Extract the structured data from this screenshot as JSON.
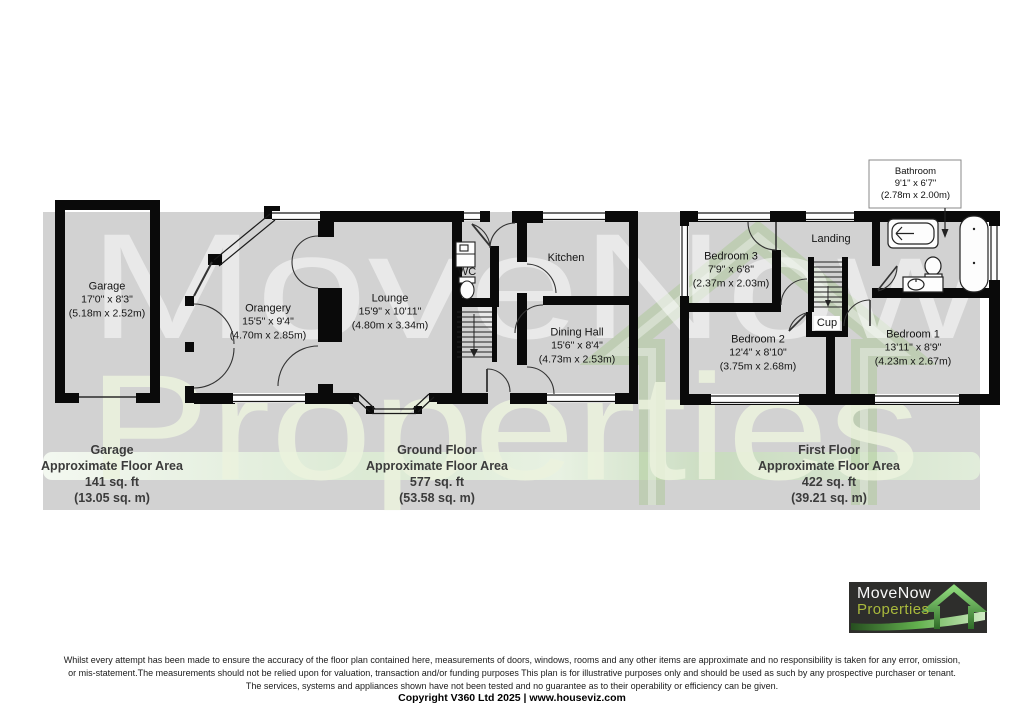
{
  "plan": {
    "rooms": {
      "garage": {
        "name": "Garage",
        "ft": "17'0\" x 8'3\"",
        "m": "(5.18m x 2.52m)"
      },
      "orangery": {
        "name": "Orangery",
        "ft": "15'5\" x 9'4\"",
        "m": "(4.70m x 2.85m)"
      },
      "lounge": {
        "name": "Lounge",
        "ft": "15'9\" x 10'11\"",
        "m": "(4.80m x 3.34m)"
      },
      "wc": {
        "name": "WC"
      },
      "kitchen": {
        "name": "Kitchen"
      },
      "dining_hall": {
        "name": "Dining Hall",
        "ft": "15'6\" x 8'4\"",
        "m": "(4.73m x 2.53m)"
      },
      "bedroom1": {
        "name": "Bedroom 1",
        "ft": "13'11\" x 8'9\"",
        "m": "(4.23m x 2.67m)"
      },
      "bedroom2": {
        "name": "Bedroom 2",
        "ft": "12'4\" x 8'10\"",
        "m": "(3.75m x 2.68m)"
      },
      "bedroom3": {
        "name": "Bedroom 3",
        "ft": "7'9\" x 6'8\"",
        "m": "(2.37m x 2.03m)"
      },
      "landing": {
        "name": "Landing"
      },
      "cup": {
        "name": "Cup"
      },
      "bathroom": {
        "name": "Bathroom",
        "ft": "9'1\" x 6'7\"",
        "m": "(2.78m x 2.00m)"
      }
    },
    "areas": {
      "garage": {
        "title": "Garage",
        "subtitle": "Approximate Floor Area",
        "sqft": "141 sq. ft",
        "sqm": "(13.05 sq. m)"
      },
      "ground_floor": {
        "title": "Ground Floor",
        "subtitle": "Approximate Floor Area",
        "sqft": "577 sq. ft",
        "sqm": "(53.58 sq. m)"
      },
      "first_floor": {
        "title": "First Floor",
        "subtitle": "Approximate Floor Area",
        "sqft": "422 sq. ft",
        "sqm": "(39.21 sq. m)"
      }
    }
  },
  "watermark": {
    "word1": "MoveNow",
    "word2": "Properties"
  },
  "logo": {
    "word1": "MoveNow",
    "word2": "Properties"
  },
  "footer": {
    "line1": "Whilst every attempt has been made to ensure the accuracy of the floor plan contained here, measurements of doors, windows, rooms and any other items are approximate and no responsibility is taken for any error, omission,",
    "line2": "or mis-statement.The measurements should not be relied upon for valuation, transaction and/or funding purposes This plan is for illustrative purposes only and should be used as such by any prospective purchaser or tenant.",
    "line3": "The services, systems and appliances shown have not been tested and no guarantee as to their operability or efficiency can be given.",
    "copyright": "Copyright V360 Ltd 2025 | www.houseviz.com"
  },
  "colors": {
    "plan_bg": "#d2d2d2",
    "wall": "#0a0a0a",
    "accent_green": "#a9b93c",
    "stripe_green": "#dcebd4",
    "logo_bg": "#2e2e2c"
  }
}
